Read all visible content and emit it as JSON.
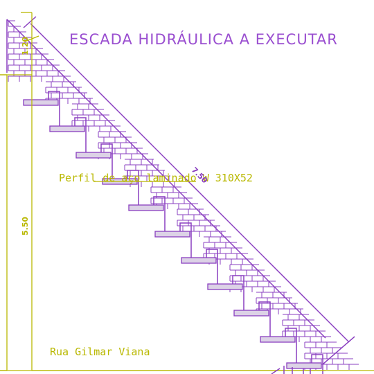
{
  "title": "ESCADA HIDRÁULICA A EXECUTAR",
  "profile_label": "Perfil de aço laminado W 310X52",
  "street_label": "Rua Gilmar Viana",
  "dimensions": {
    "top_landing": "1.20",
    "height": "5.50",
    "diagonal": "7.50"
  },
  "colors": {
    "stair": "#8a3fc0",
    "annotation": "#b9b800",
    "tread_fill": "#dcd2e6",
    "title": "#9a4fd0"
  }
}
